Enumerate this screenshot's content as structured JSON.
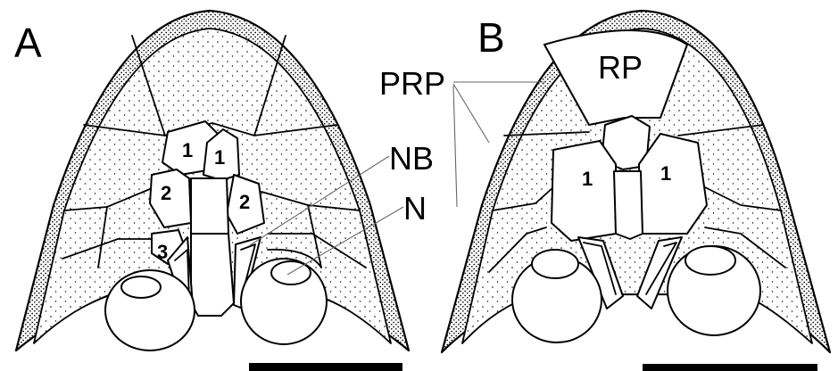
{
  "panels": [
    {
      "letter": "A",
      "bone_numbers": [
        "1",
        "1",
        "2",
        "2",
        "3"
      ]
    },
    {
      "letter": "B",
      "bone_numbers": [
        "1",
        "1"
      ]
    }
  ],
  "labels": {
    "prp": "PRP",
    "rp": "RP",
    "nb": "NB",
    "n": "N"
  }
}
